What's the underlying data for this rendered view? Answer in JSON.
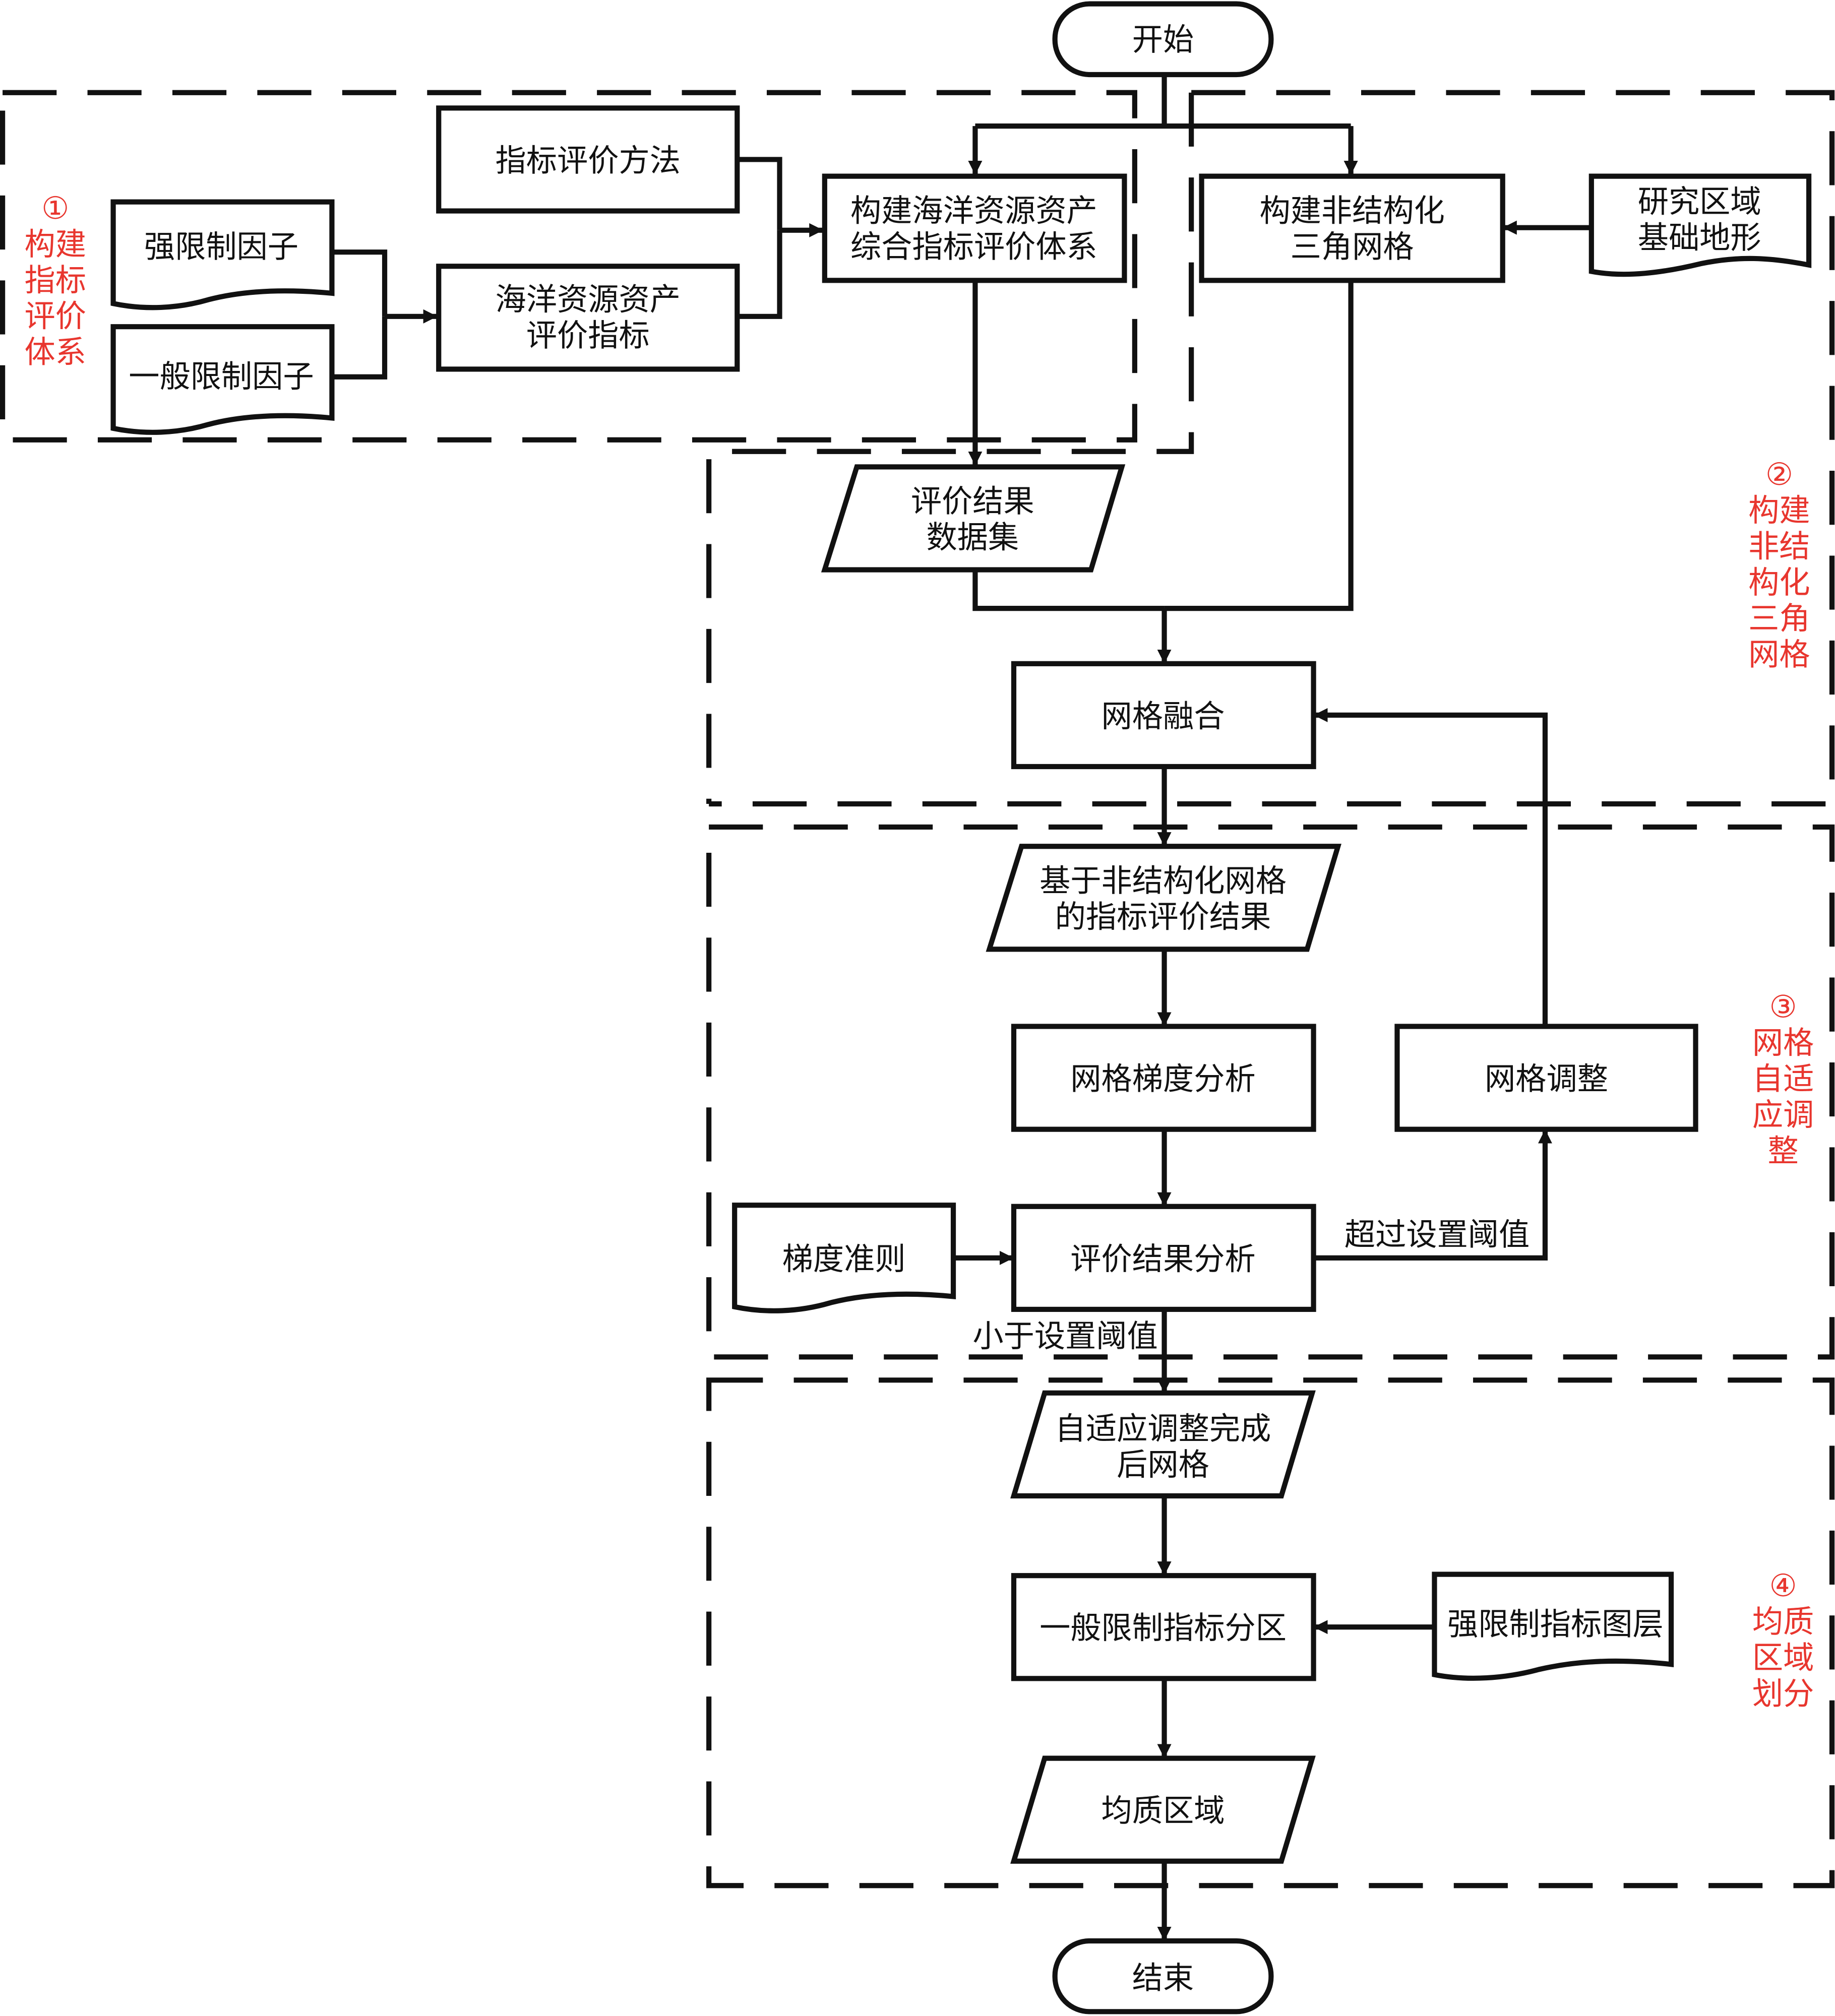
{
  "nodes": {
    "start": "开始",
    "end": "结束",
    "indicator_method": "指标评价方法",
    "strong_factor": "强限制因子",
    "general_factor": "一般限制因子",
    "marine_indicators": [
      "海洋资源资产",
      "评价指标"
    ],
    "build_system": [
      "构建海洋资源资产",
      "综合指标评价体系"
    ],
    "build_mesh": [
      "构建非结构化",
      "三角网格"
    ],
    "terrain": [
      "研究区域",
      "基础地形"
    ],
    "result_dataset": [
      "评价结果",
      "数据集"
    ],
    "mesh_fusion": "网格融合",
    "unstructured_result": [
      "基于非结构化网格",
      "的指标评价结果"
    ],
    "gradient_analysis": "网格梯度分析",
    "mesh_adjust": "网格调整",
    "gradient_criterion": "梯度准则",
    "result_analysis": "评价结果分析",
    "adaptive_mesh": [
      "自适应调整完成",
      "后网格"
    ],
    "general_zoning": "一般限制指标分区",
    "strong_layer": "强限制指标图层",
    "homogeneous_area": "均质区域"
  },
  "edge_labels": {
    "exceed": "超过设置阈值",
    "below": "小于设置阈值"
  },
  "stages": [
    [
      "①",
      "构建",
      "指标",
      "评价",
      "体系"
    ],
    [
      "②",
      "构建",
      "非结",
      "构化",
      "三角",
      "网格"
    ],
    [
      "③",
      "网格",
      "自适",
      "应调",
      "整"
    ],
    [
      "④",
      "均质",
      "区域",
      "划分"
    ]
  ],
  "colors": {
    "stage_label": "#e8362e",
    "line": "#111111",
    "fill": "#ffffff"
  }
}
